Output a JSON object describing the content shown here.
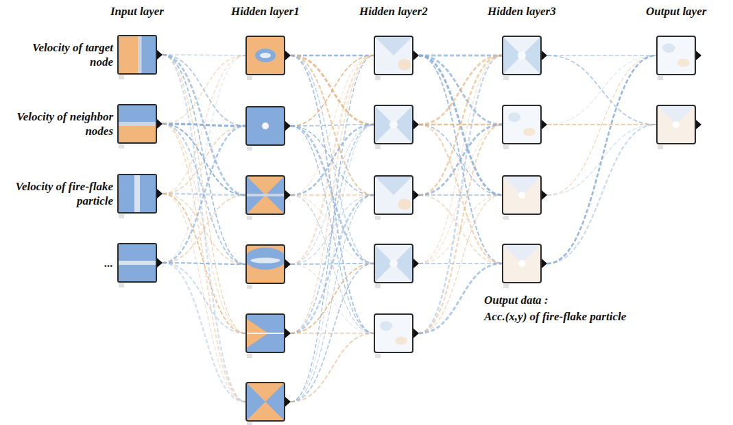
{
  "diagram": {
    "nodes": [
      {
        "text": [
          "Velocity of target node"
        ]
      },
      {
        "text": [
          "Velocity of neighbor nodes"
        ]
      },
      {
        "text": [
          "Velocity of fire-flake particle"
        ]
      },
      {
        "text": [
          "..."
        ]
      }
    ],
    "labels": [
      "Input layer",
      "Hidden layer1",
      "Hidden layer2",
      "Hidden layer3",
      "Output layer",
      "Output data :",
      "Acc.(x,y) of fire-flake particle"
    ]
  }
}
